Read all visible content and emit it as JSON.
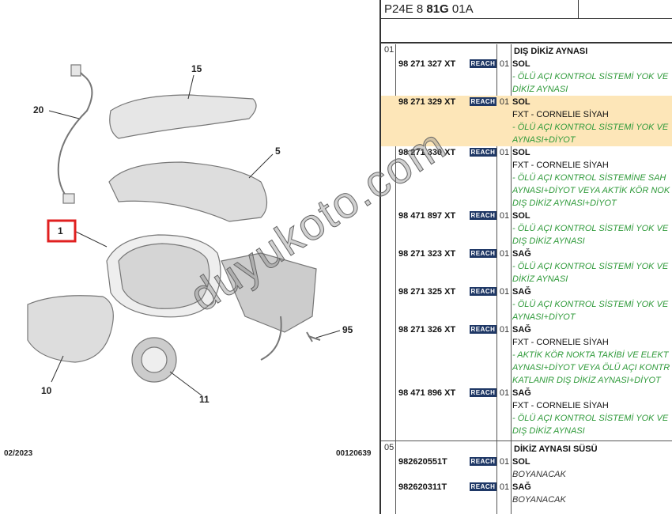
{
  "header": {
    "ref_prefix": "P24E 8 ",
    "ref_bold": "81G",
    "ref_suffix": " 01A"
  },
  "diagram": {
    "callouts": [
      "20",
      "15",
      "5",
      "1",
      "10",
      "11",
      "95"
    ],
    "date": "02/2023",
    "code": "00120639",
    "watermark": "duyukoto.com"
  },
  "sections": [
    {
      "no": "01",
      "title": "DIŞ DİKİZ AYNASI",
      "entries": [
        {
          "pn": "98 271 327 XT",
          "reach": "REACH",
          "qty": "01",
          "side": "SOL",
          "lines": [],
          "notes": [
            "- ÖLÜ AÇI KONTROL SİSTEMİ YOK VE",
            "DİKİZ AYNASI"
          ]
        },
        {
          "pn": "98 271 329 XT",
          "reach": "REACH",
          "qty": "01",
          "side": "SOL",
          "lines": [
            "FXT - CORNELIE SİYAH"
          ],
          "notes": [
            "- ÖLÜ AÇI KONTROL SİSTEMİ YOK VE",
            "AYNASI+DİYOT"
          ],
          "highlight": true
        },
        {
          "pn": "98 271 330 XT",
          "reach": "REACH",
          "qty": "01",
          "side": "SOL",
          "lines": [
            "FXT - CORNELIE SİYAH"
          ],
          "notes": [
            "- ÖLÜ AÇI KONTROL SİSTEMİNE SAH",
            "AYNASI+DİYOT VEYA AKTİK KÖR NOK",
            "DIŞ DİKİZ AYNASI+DİYOT"
          ]
        },
        {
          "pn": "98 471 897 XT",
          "reach": "REACH",
          "qty": "01",
          "side": "SOL",
          "lines": [],
          "notes": [
            "- ÖLÜ AÇI KONTROL SİSTEMİ YOK VE",
            "DIŞ DİKİZ AYNASI"
          ]
        },
        {
          "pn": "98 271 323 XT",
          "reach": "REACH",
          "qty": "01",
          "side": "SAĞ",
          "lines": [],
          "notes": [
            "- ÖLÜ AÇI KONTROL SİSTEMİ YOK VE",
            "DİKİZ AYNASI"
          ]
        },
        {
          "pn": "98 271 325 XT",
          "reach": "REACH",
          "qty": "01",
          "side": "SAĞ",
          "lines": [],
          "notes": [
            "- ÖLÜ AÇI KONTROL SİSTEMİ YOK VE",
            "AYNASI+DİYOT"
          ]
        },
        {
          "pn": "98 271 326 XT",
          "reach": "REACH",
          "qty": "01",
          "side": "SAĞ",
          "lines": [
            "FXT - CORNELIE SİYAH"
          ],
          "notes": [
            "- AKTİK KÖR NOKTA TAKİBİ VE ELEKT",
            "AYNASI+DİYOT VEYA ÖLÜ AÇI KONTR",
            "KATLANIR DIŞ DİKİZ AYNASI+DİYOT"
          ]
        },
        {
          "pn": "98 471 896 XT",
          "reach": "REACH",
          "qty": "01",
          "side": "SAĞ",
          "lines": [
            "FXT - CORNELIE SİYAH"
          ],
          "notes": [
            "- ÖLÜ AÇI KONTROL SİSTEMİ YOK VE",
            "DIŞ DİKİZ AYNASI"
          ]
        }
      ]
    },
    {
      "no": "05",
      "title": "DİKİZ AYNASI SÜSÜ",
      "entries": [
        {
          "pn": "982620551T",
          "reach": "REACH",
          "qty": "01",
          "side": "SOL",
          "lines": [],
          "paint": [
            "BOYANACAK"
          ]
        },
        {
          "pn": "982620311T",
          "reach": "REACH",
          "qty": "01",
          "side": "SAĞ",
          "lines": [],
          "paint": [
            "BOYANACAK"
          ]
        }
      ]
    }
  ]
}
